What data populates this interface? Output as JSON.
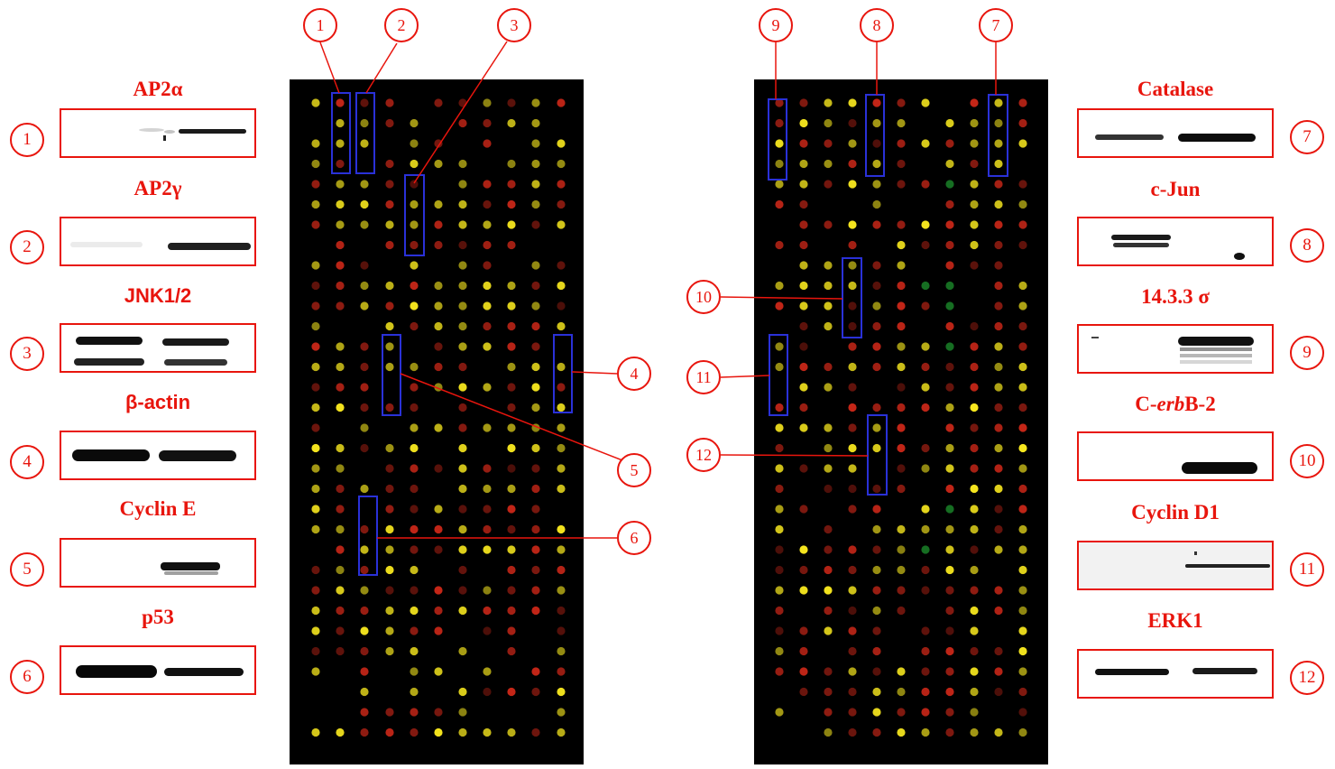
{
  "colors": {
    "annotation": "#e8150d",
    "highlight_box": "#2a31d8",
    "array_background": "#000000",
    "spot_yellow": "#f7e71e",
    "spot_red": "#d92a1a",
    "spot_green": "#1c8a2a"
  },
  "left_panels": [
    {
      "num": "1",
      "title": "AP2α",
      "title_main": "AP2",
      "title_suffix": "α",
      "bands": [
        0,
        1
      ]
    },
    {
      "num": "2",
      "title": "AP2γ",
      "title_main": "AP2",
      "title_suffix": "γ",
      "bands": [
        0,
        1
      ]
    },
    {
      "num": "3",
      "title": "JNK1/2",
      "bands": [
        1,
        1
      ]
    },
    {
      "num": "4",
      "title": "β-actin",
      "bands": [
        1,
        1
      ]
    },
    {
      "num": "5",
      "title": "Cyclin E",
      "bands": [
        0,
        1
      ]
    },
    {
      "num": "6",
      "title": "p53",
      "bands": [
        1,
        1
      ]
    }
  ],
  "right_panels": [
    {
      "num": "7",
      "title": "Catalase",
      "bands": [
        1,
        1
      ]
    },
    {
      "num": "8",
      "title": "c-Jun",
      "bands": [
        1,
        0
      ]
    },
    {
      "num": "9",
      "title": "14.3.3 σ",
      "bands": [
        0,
        1
      ]
    },
    {
      "num": "10",
      "title": "C-erbB-2",
      "title_pre": "C-",
      "title_italic": "erb",
      "title_post": "B-2",
      "bands": [
        0,
        1
      ]
    },
    {
      "num": "11",
      "title": "Cyclin D1",
      "bands": [
        0,
        1
      ]
    },
    {
      "num": "12",
      "title": "ERK1",
      "bands": [
        1,
        1
      ]
    }
  ],
  "array_callouts": [
    "1",
    "2",
    "3",
    "4",
    "5",
    "6",
    "7",
    "8",
    "9",
    "10",
    "11",
    "12"
  ]
}
